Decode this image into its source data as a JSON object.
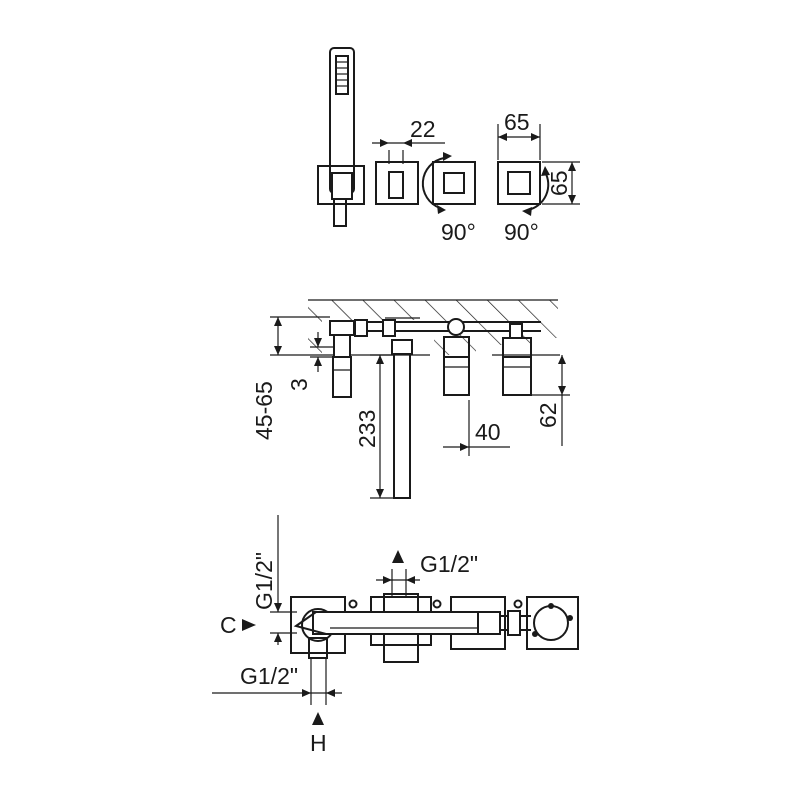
{
  "top_view": {
    "dim_22": "22",
    "dim_65_width": "65",
    "dim_65_height": "65",
    "rotation_left": "90°",
    "rotation_right": "90°"
  },
  "section_view": {
    "dim_45_65": "45-65",
    "dim_3": "3",
    "dim_233": "233",
    "dim_40": "40",
    "dim_62": "62"
  },
  "body_view": {
    "dim_g12_vertical": "G1/2\"",
    "dim_g12_top": "G1/2\"",
    "dim_g12_bottom": "G1/2\"",
    "label_c": "C",
    "label_h": "H"
  }
}
